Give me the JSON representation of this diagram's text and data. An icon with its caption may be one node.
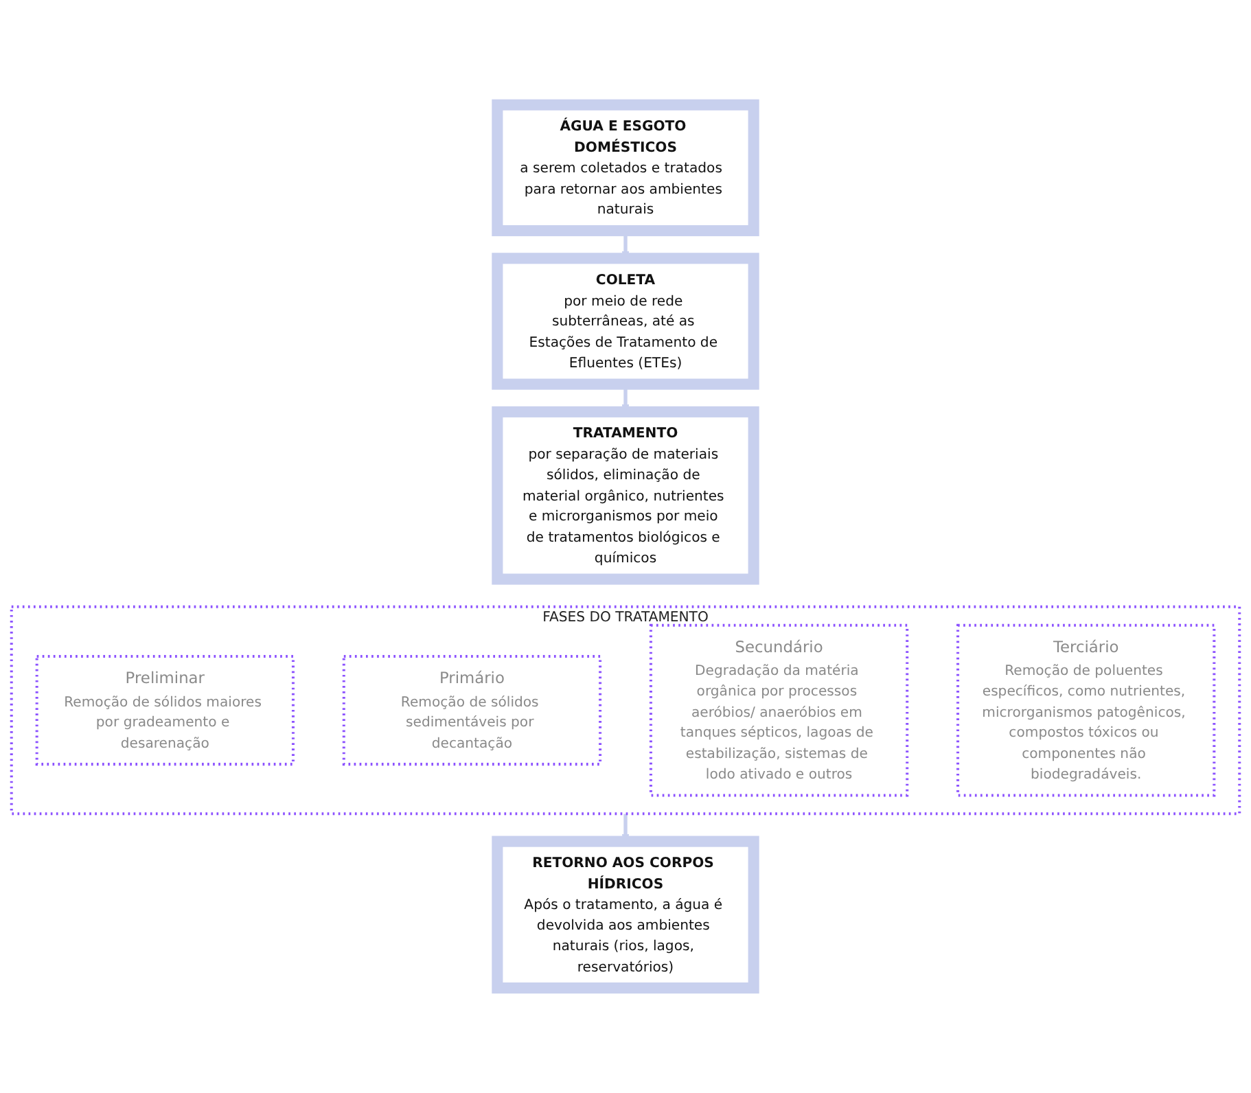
{
  "diagram": {
    "nodes": [
      {
        "text": [
          "ÁGUA E ESGOTO DOMÉSTICOS",
          "a serem coletados e tratados  para retornar aos ambientes naturais"
        ]
      },
      {
        "text": [
          "COLETA",
          "por meio de rede subterrâneas, até as Estações de Tratamento de Efluentes (ETEs)"
        ]
      },
      {
        "text": [
          "TRATAMENTO",
          "por separação de materiais sólidos, eliminação de material orgânico, nutrientes e microrganismos por meio de tratamentos biológicos e químicos"
        ]
      },
      {
        "text": [
          "FASES DO TRATAMENTO"
        ]
      },
      {
        "text": [
          "Preliminar",
          "Remoção de sólidos maiores por gradeamento e desarenação"
        ],
        "in": 3
      },
      {
        "text": [
          "Primário",
          "Remoção de sólidos sedimentáveis por decantação"
        ],
        "in": 3
      },
      {
        "text": [
          "Secundário",
          "Degradação da matéria orgânica por processos aeróbios/ anaeróbios em tanques sépticos, lagoas de estabilização, sistemas de lodo ativado e outros"
        ],
        "in": 3
      },
      {
        "text": [
          "Terciário",
          "Remoção de poluentes específicos, como nutrientes, microrganismos patogênicos, compostos tóxicos ou componentes não biodegradáveis."
        ],
        "in": 3
      },
      {
        "text": [
          "RETORNO AOS CORPOS HÍDRICOS",
          "Após o tratamento, a água é devolvida aos ambientes naturais (rios, lagos, reservatórios)"
        ]
      }
    ],
    "edges": [
      {
        "from": 0,
        "to": 1,
        "arrow": "to"
      },
      {
        "from": 1,
        "to": 2,
        "arrow": "to"
      },
      {
        "from": 3,
        "to": 8,
        "arrow": "to"
      }
    ]
  }
}
